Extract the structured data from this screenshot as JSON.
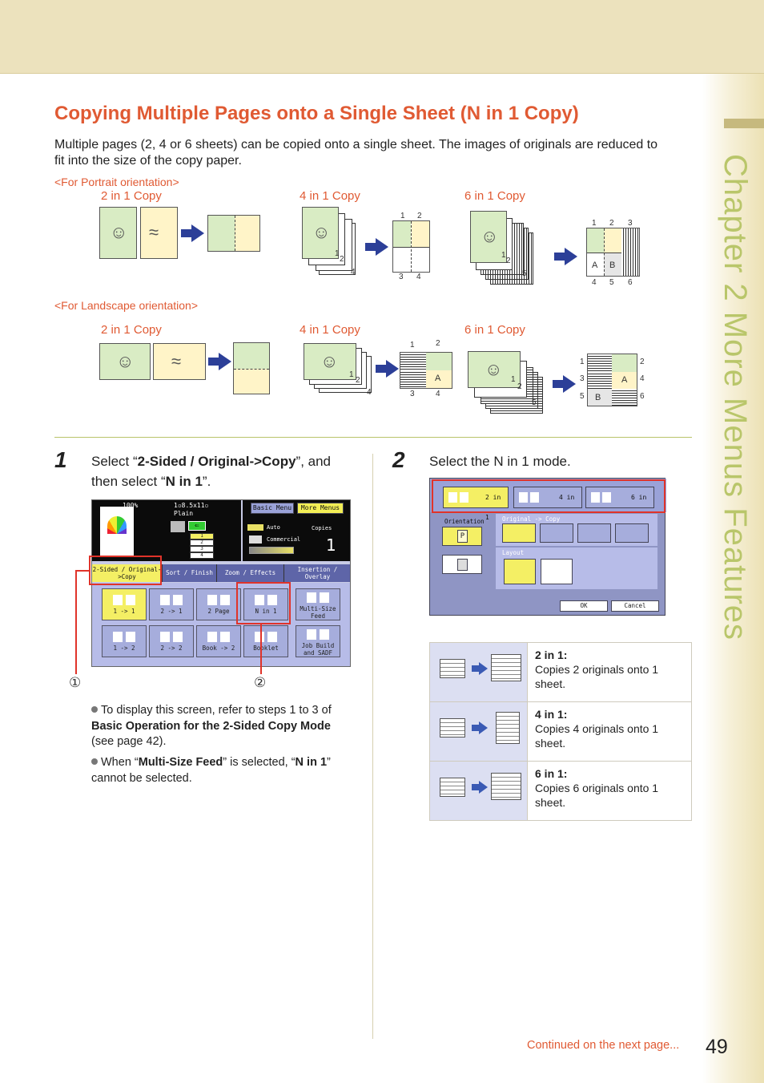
{
  "chapter": {
    "label": "Chapter 2   More Menus Features"
  },
  "page": {
    "title": "Copying Multiple Pages onto a Single Sheet (N in 1 Copy)",
    "intro": "Multiple pages (2, 4 or 6 sheets) can be copied onto a single sheet. The images of originals are reduced to fit into the size of the copy paper.",
    "continued": "Continued on the next page...",
    "page_number": "49"
  },
  "portrait": {
    "heading": "<For Portrait orientation>",
    "two": "2 in 1 Copy",
    "four": "4 in 1 Copy",
    "six": "6 in 1 Copy"
  },
  "landscape": {
    "heading": "<For Landscape orientation>",
    "two": "2 in 1 Copy",
    "four": "4 in 1 Copy",
    "six": "6 in 1 Copy"
  },
  "figure_labels": {
    "n1": "1",
    "n2": "2",
    "n3": "3",
    "n4": "4",
    "n5": "5",
    "n6": "6",
    "A": "A",
    "B": "B"
  },
  "step1": {
    "number": "1",
    "select": "Select “",
    "bold1": "2-Sided / Original->Copy",
    "mid": "”, and then select “",
    "bold2": "N in 1",
    "end": "”.",
    "callout1": "①",
    "callout2": "②",
    "bullet1_a": "To display this screen, refer to steps 1 to 3 of ",
    "bullet1_b": "Basic Operation for the 2-Sided Copy Mode",
    "bullet1_c": " (see page 42).",
    "bullet2_a": "When “",
    "bullet2_b": "Multi-Size Feed",
    "bullet2_c": "” is selected, “",
    "bullet2_d": "N in 1",
    "bullet2_e": "” cannot be selected."
  },
  "panel1": {
    "zoom": "100%",
    "paper": "1▫8.5x11▫",
    "paper_type": "Plain",
    "basic_menu": "Basic Menu",
    "more_menus": "More Menus",
    "auto": "Auto",
    "commercial": "Commercial",
    "copies_label": "Copies",
    "copies_value": "1",
    "tabs": [
      "2-Sided / Original->Copy",
      "Sort / Finish",
      "Zoom / Effects",
      "Insertion / Overlay"
    ],
    "tiles_row1": [
      "1 -> 1",
      "2 -> 1",
      "2 Page",
      "N in 1",
      "Multi-Size Feed"
    ],
    "tiles_row2": [
      "1 -> 2",
      "2 -> 2",
      "Book -> 2",
      "Booklet",
      "Job Build and SADF"
    ],
    "tray_nums": [
      "1",
      "2",
      "3",
      "4"
    ]
  },
  "step2": {
    "number": "2",
    "text": "Select the N in 1 mode."
  },
  "panel2": {
    "modes": [
      "2 in 1",
      "4 in 1",
      "6 in 1"
    ],
    "orientation": "Orientation",
    "original_copy": "Original -> Copy",
    "layout": "Layout",
    "ok": "OK",
    "cancel": "Cancel",
    "p_label": "P"
  },
  "modes_table": [
    {
      "title": "2 in 1:",
      "desc": "Copies 2 originals onto 1 sheet."
    },
    {
      "title": "4 in 1:",
      "desc": "Copies 4 originals onto 1 sheet."
    },
    {
      "title": "6 in 1:",
      "desc": "Copies 6 originals onto 1 sheet."
    }
  ]
}
